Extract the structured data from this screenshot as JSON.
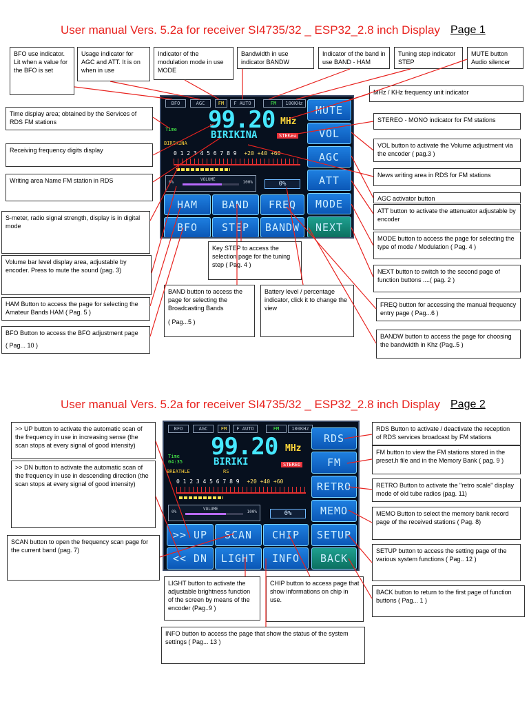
{
  "page1": {
    "title": "User manual Vers. 5.2a for receiver SI4735/32 _ ESP32_2.8 inch Display",
    "page_label": "Page 1",
    "screen": {
      "indicators": [
        "BFO",
        "AGC",
        "FM",
        "F AUTO",
        "FM",
        "100KHz"
      ],
      "frequency": "99.20",
      "unit": "MHz",
      "station": "BIRIKINA",
      "time_label": "Time",
      "rds_news": "BIRIKINA",
      "stereo": "STEREO",
      "scale": "0 1 2 3 4 5 6 7 8 9",
      "scale_db": "+20  +40  +60",
      "volume_label": "VOLUME",
      "volume_low": "0%",
      "volume_high": "100%",
      "battery": "0%",
      "buttons_side": [
        "MUTE",
        "VOL",
        "AGC",
        "ATT",
        "MODE",
        "NEXT"
      ],
      "buttons_grid": [
        "HAM",
        "BAND",
        "FREQ",
        "BFO",
        "STEP",
        "BANDW"
      ]
    },
    "notes": {
      "bfo_indicator": "BFO use indicator. Lit when a value for the BFO is set",
      "usage_indicator": "Usage indicator for AGC and ATT. It is on when in use",
      "mode_indicator": "Indicator of the modulation mode in use MODE",
      "bandw_indicator": "Bandwidth in use indicator BANDW",
      "band_indicator": "Indicator of the band in use BAND - HAM",
      "step_indicator": "Tuning step indicator STEP",
      "mute_button": "MUTE button Audio silencer",
      "mhz_unit": "MHz / KHz frequency unit indicator",
      "time_area": "Time display area; obtained by the Services of RDS FM stations",
      "stereo_mono": "STEREO - MONO indicator for FM stations",
      "freq_digits": "Receiving frequency digits display",
      "vol_button": "VOL button to activate the Volume adjustment via the encoder ( pag.3 )",
      "name_area": "Writing area Name FM station in RDS",
      "news_area": "News writing area in RDS for FM stations",
      "agc_button": "AGC activator button",
      "smeter": "S-meter, radio signal strength, display is in digital mode",
      "att_button": "ATT button to activate the attenuator adjustable by encoder",
      "key_step": "Key STEP to access the selection page for the tuning step ( Pag. 4 )",
      "mode_button": "MODE button to access the page for selecting the type of mode / Modulation ( Pag. 4 )",
      "volume_bar": "Volume bar level display area, adjustable by encoder. Press to mute the sound (pag. 3)",
      "band_button": "BAND button to access the page for selecting the Broadcasting Bands",
      "band_button_page": "( Pag...5 )",
      "battery": "Battery level / percentage indicator, click it to change the view",
      "next_button": "NEXT button to switch to the second page of function buttons ....( pag. 2 )",
      "ham_button": "HAM Button to access the page for selecting the Amateur Bands HAM ( Pag. 5 )",
      "freq_button": "FREQ button for accessing the manual frequency entry page ( Pag...6 )",
      "bfo_button": "BFO Button to access the BFO adjustment page",
      "bfo_button_page": "( Pag... 10 )",
      "bandw_button": "BANDW button to access the page for choosing the bandwidth in Khz (Pag..5 )"
    }
  },
  "page2": {
    "title": "User manual Vers. 5.2a for receiver SI4735/32 _ ESP32_2.8 inch Display",
    "page_label": "Page 2",
    "screen": {
      "indicators": [
        "BFO",
        "AGC",
        "FM",
        "F AUTO",
        "FM",
        "100KHz"
      ],
      "frequency": "99.20",
      "unit": "MHz",
      "station": "BIRIKI",
      "time_label": "Time",
      "time_value": "04:35",
      "rds_news": "BREATHLE",
      "rs": "RS",
      "stereo": "STEREO",
      "scale": "0 1 2 3 4 5 6 7 8 9",
      "scale_db": "+20  +40  +60",
      "volume_label": "VOLUME",
      "volume_low": "0%",
      "volume_high": "100%",
      "battery": "0%",
      "buttons_side": [
        "RDS",
        "FM",
        "RETRO",
        "MEMO",
        "SETUP",
        "BACK"
      ],
      "buttons_grid": [
        ">> UP",
        "SCAN",
        "CHIP",
        "<< DN",
        "LIGHT",
        "INFO"
      ]
    },
    "notes": {
      "up_button": ">> UP button to activate the automatic scan of the frequency in use in increasing sense (the scan stops at every signal of good intensity)",
      "rds_button": "RDS Button to activate / deactivate the reception of RDS services broadcast by FM stations",
      "fm_button": "FM button to view the FM stations stored in the preset.h file and in the Memory Bank ( pag. 9 )",
      "dn_button": ">> DN button to activate the automatic scan of the frequency in use in descending direction (the scan stops at every signal of good intensity)",
      "retro_button": "RETRO Button to activate the \"retro scale\" display mode of old tube radios (pag. 11)",
      "memo_button": "MEMO Button to select the memory bank record page of the received stations ( Pag. 8)",
      "scan_button": "SCAN button to open the frequency scan page for the current band (pag. 7)",
      "setup_button": "SETUP button to access the setting page of the various system functions ( Pag.. 12 )",
      "light_button": "LIGHT button to activate the adjustable brightness function of the screen by means of the encoder (Pag..9 )",
      "chip_button": "CHIP button to access page that show informations on chip in use.",
      "back_button": "BACK button to return to the first page of function buttons ( Pag... 1 )",
      "info_button": "INFO button to access the page that show the status of the system settings ( Pag... 13 )"
    }
  }
}
